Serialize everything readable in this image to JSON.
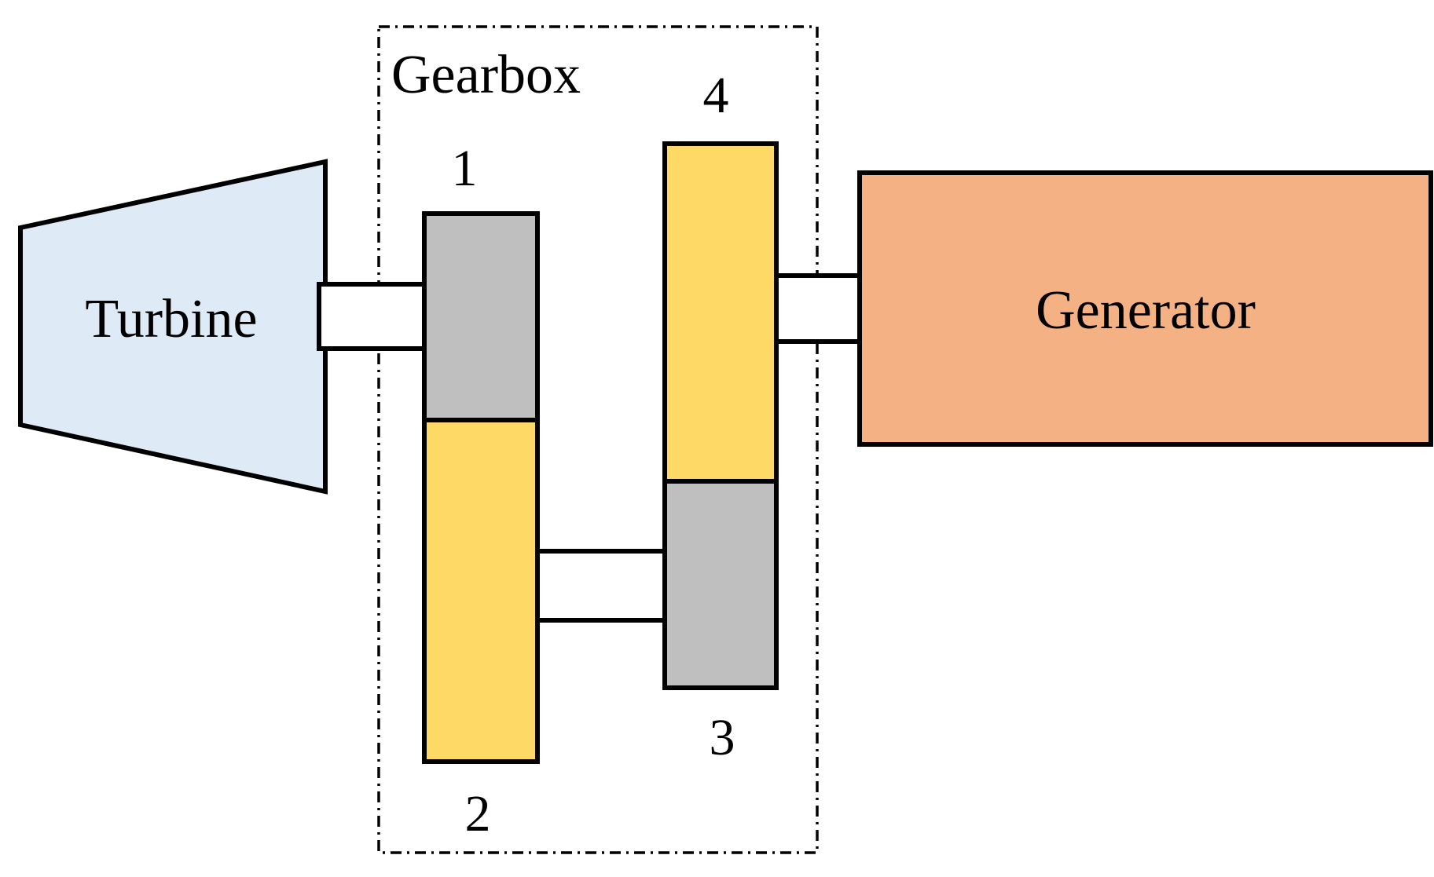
{
  "labels": {
    "turbine": "Turbine",
    "generator": "Generator",
    "gearbox": "Gearbox",
    "gear1": "1",
    "gear2": "2",
    "gear3": "3",
    "gear4": "4"
  },
  "colors": {
    "turbine_fill": "#deeaf6",
    "generator_fill": "#f4b183",
    "pinion_fill": "#bfbfbf",
    "wheel_fill": "#fed966",
    "stroke": "#000000"
  }
}
